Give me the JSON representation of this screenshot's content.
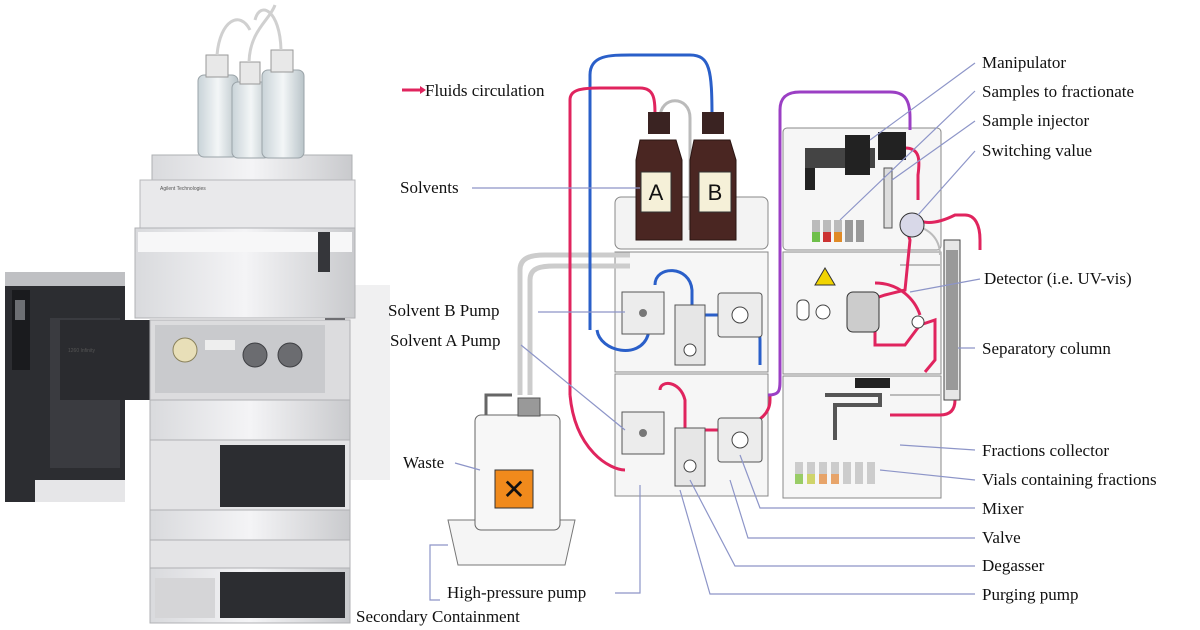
{
  "legend": {
    "label": "Fluids circulation",
    "color": "#e0245e"
  },
  "bottles": {
    "a": "A",
    "b": "B"
  },
  "instrument": {
    "brand": "Agilent Technologies",
    "model": "1260 Infinity"
  },
  "labels_left": {
    "solvents": "Solvents",
    "solvent_b_pump": "Solvent B Pump",
    "solvent_a_pump": "Solvent A Pump",
    "waste": "Waste",
    "high_pressure_pump": "High-pressure pump",
    "secondary_containment": "Secondary Containment"
  },
  "labels_right": {
    "manipulator": "Manipulator",
    "samples_to_fractionate": "Samples to fractionate",
    "sample_injector": "Sample injector",
    "switching_value": "Switching value",
    "detector": "Detector (i.e. UV-vis)",
    "separatory_column": "Separatory column",
    "fractions_collector": "Fractions collector",
    "vials_containing_fractions": "Vials containing fractions",
    "mixer": "Mixer",
    "valve": "Valve",
    "degasser": "Degasser",
    "purging_pump": "Purging pump"
  },
  "colors": {
    "red_line": "#e0245e",
    "blue_line": "#2a5fc9",
    "purple_line": "#9b3fc4",
    "grey_line": "#bbbbbb",
    "pointer": "#8d95c8"
  },
  "icons": {
    "waste_hazard": "hazard-x-icon",
    "detector_hazard": "radiation-warning-icon"
  }
}
